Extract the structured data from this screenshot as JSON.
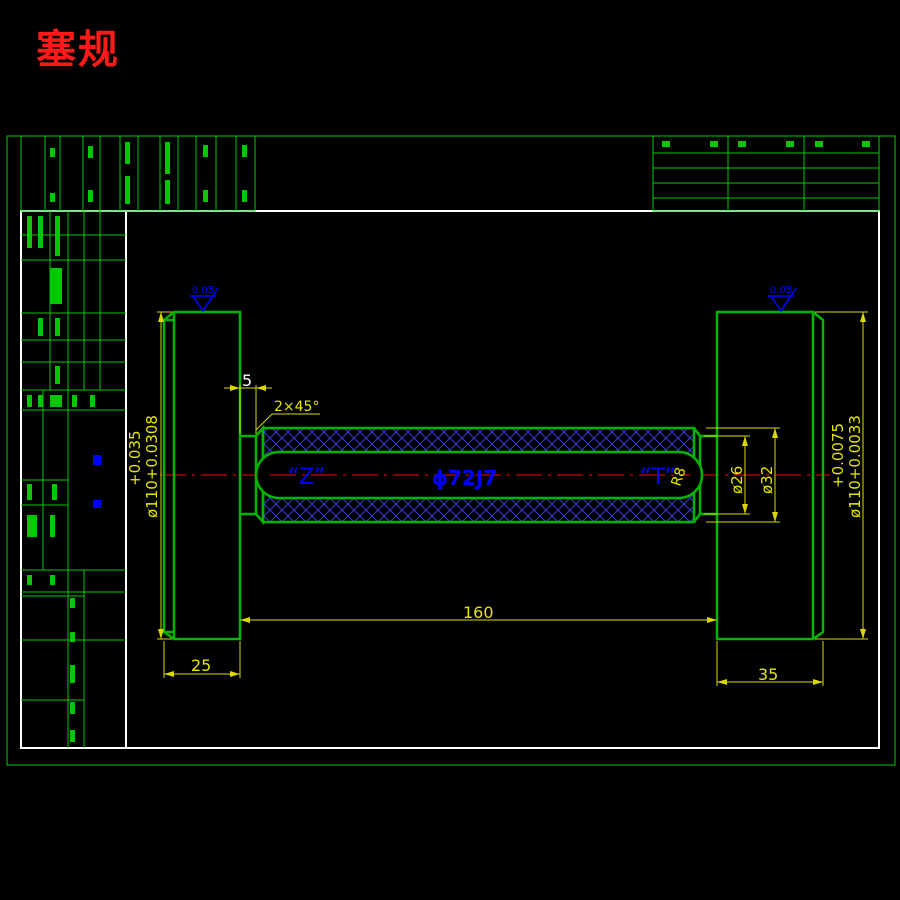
{
  "page": {
    "title": "塞规"
  },
  "colors": {
    "background": "#000000",
    "frame": "#00c800",
    "inner_border": "#ffffff",
    "part_outline": "#00b400",
    "dimension": "#e6e600",
    "centerline": "#ff0000",
    "label_blue": "#0000ff",
    "hatch": "#3a3ad0",
    "title_red": "#ff1a1a"
  },
  "annotations": {
    "tol_left": "0.05",
    "tol_right": "0.05",
    "dim_shoulder": "5",
    "dim_chamfer": "2×45°",
    "label_z": "“Z”",
    "label_t": "“T”",
    "label_bore": "ϕ72J7",
    "dim_radius": "R8",
    "dim_d26": "ø26",
    "dim_d32": "ø32",
    "dim_left_dia": "ø110+0.0308",
    "dim_left_tol": "+0.035",
    "dim_right_dia": "ø110+0.0033",
    "dim_right_tol": "+0.0075",
    "dim_length": "160",
    "dim_left_width": "25",
    "dim_right_width": "35"
  }
}
